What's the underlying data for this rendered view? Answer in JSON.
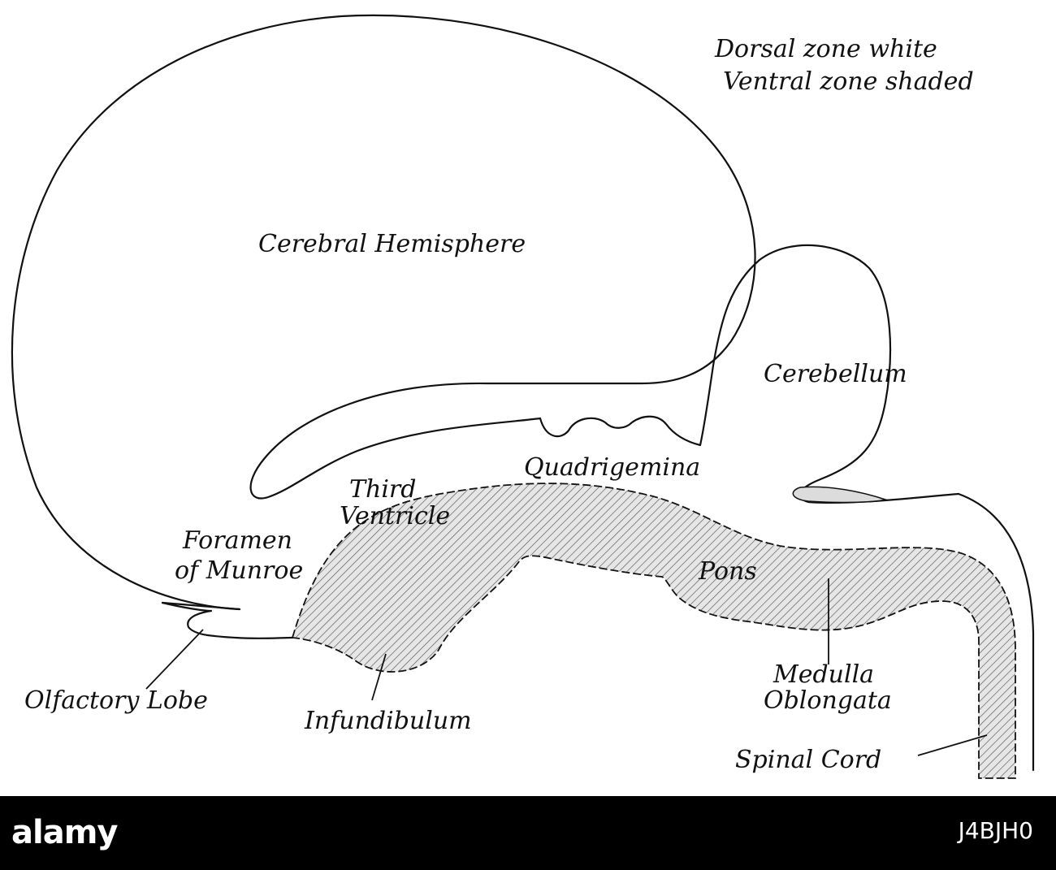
{
  "legend": {
    "line1": "Dorsal zone white",
    "line2": "Ventral zone shaded"
  },
  "labels": {
    "cerebral_hemisphere": "Cerebral Hemisphere",
    "cerebellum": "Cerebellum",
    "quadrigemina": "Quadrigemina",
    "third_ventricle_line1": "Third",
    "third_ventricle_line2": "Ventricle",
    "foramen_line1": "Foramen",
    "foramen_line2": "of Munroe",
    "pons": "Pons",
    "medulla_line1": "Medulla",
    "medulla_line2": "Oblongata",
    "olfactory_lobe": "Olfactory Lobe",
    "infundibulum": "Infundibulum",
    "spinal_cord": "Spinal Cord"
  },
  "footer": {
    "logo": "alamy",
    "image_id": "J4BJH0"
  },
  "colors": {
    "ink": "#111111",
    "background": "#ffffff",
    "shade": "#dcdcdc",
    "footer": "#000000"
  }
}
